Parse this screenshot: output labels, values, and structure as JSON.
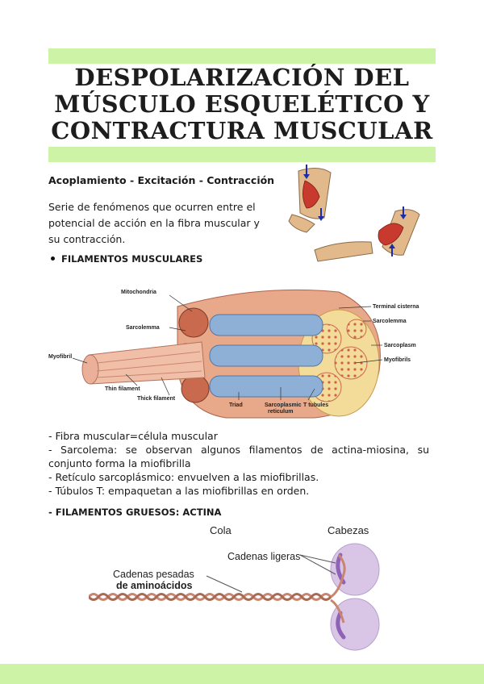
{
  "title_lines": [
    "DESPOLARIZACIÓN DEL",
    "MÚSCULO ESQUELÉTICO Y",
    "CONTRACTURA MUSCULAR"
  ],
  "subtitle": "Acoplamiento - Excitación - Contracción",
  "intro": "Serie de fenómenos que ocurren entre el potencial de acción en la fibra muscular y su contracción.",
  "bullet_heading": "FILAMENTOS MUSCULARES",
  "fiber_labels": {
    "mitochondria": "Mitochondria",
    "sarcolemma_left": "Sarcolemma",
    "myofibril": "Myofibril",
    "thin_filament": "Thin filament",
    "thick_filament": "Thick filament",
    "triad": "Triad",
    "sarcoplasmic_1": "Sarcoplasmic",
    "sarcoplasmic_2": "reticulum",
    "t_tubules": "T tubules",
    "terminal_cisterna": "Terminal cisterna",
    "sarcolemma_right": "Sarcolemma",
    "sarcoplasm": "Sarcoplasm",
    "myofibrils": "Myofibrils"
  },
  "list_items": [
    "- Fibra muscular=célula muscular",
    "- Sarcolema: se observan algunos filamentos de actina-miosina, su conjunto forma la miofibrilla",
    "- Retículo sarcoplásmico: envuelven a las miofibrillas.",
    "- Túbulos T: empaquetan a las miofibrillas en orden."
  ],
  "section2_heading": "- FILAMENTOS GRUESOS: ACTINA",
  "actin_labels": {
    "cola": "Cola",
    "cabezas": "Cabezas",
    "cadenas_ligeras": "Cadenas ligeras",
    "cadenas_pesadas": "Cadenas pesadas",
    "aminoacidos": "de aminoácidos"
  },
  "colors": {
    "band": "#cdf3a6",
    "muscle": "#e8a88a",
    "muscle_dark": "#c96a4e",
    "reticulum": "#8fb0d6",
    "sarcoplasm": "#f3dc9a",
    "myosin_head": "#d9c6e6",
    "myosin_dark": "#8e63b5",
    "helix": "#c9856f"
  }
}
